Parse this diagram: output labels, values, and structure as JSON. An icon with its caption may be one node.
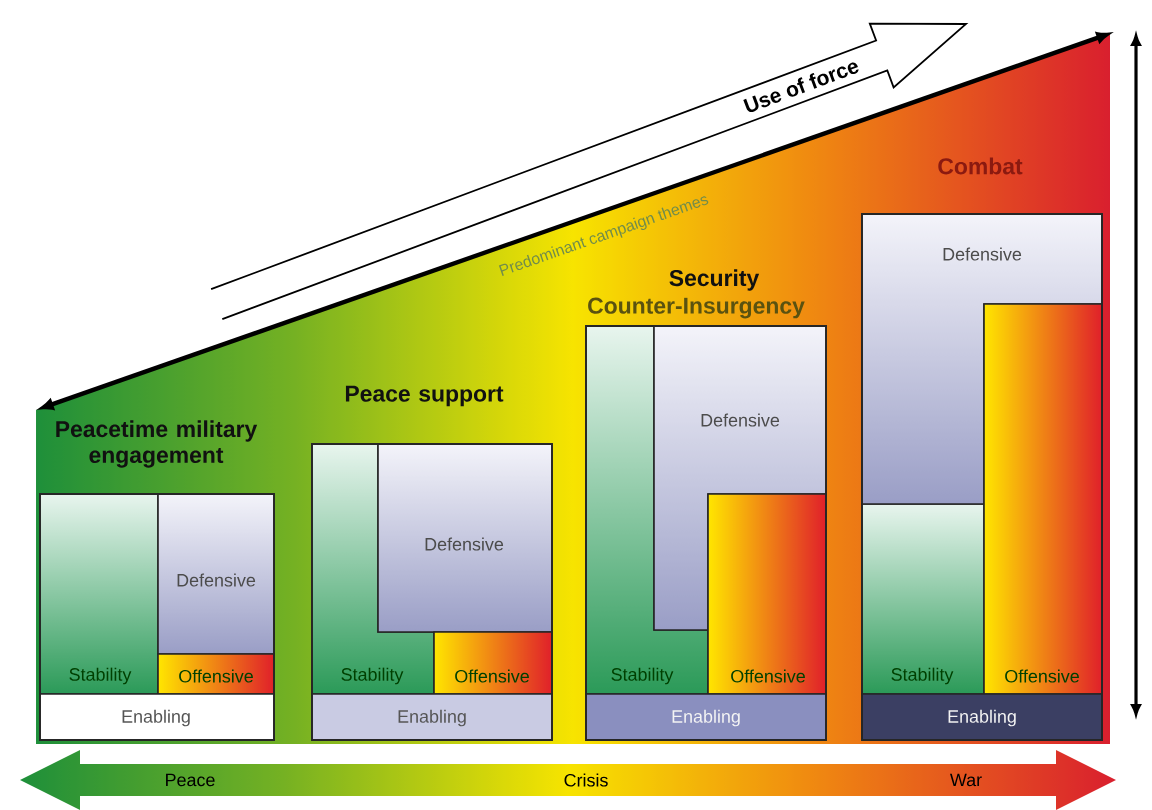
{
  "diagram": {
    "nodes": [
      {
        "text": [
          "Peacetime military engagement"
        ]
      },
      {
        "text": [
          "Stability"
        ],
        "in": 0
      },
      {
        "text": [
          "Defensive"
        ],
        "in": 0
      },
      {
        "text": [
          "Offensive"
        ],
        "in": 0
      },
      {
        "text": [
          "Enabling"
        ],
        "in": 0
      },
      {
        "text": [
          "Peace support"
        ]
      },
      {
        "text": [
          "Stability"
        ],
        "in": 5
      },
      {
        "text": [
          "Defensive"
        ],
        "in": 5
      },
      {
        "text": [
          "Offensive"
        ],
        "in": 5
      },
      {
        "text": [
          "Enabling"
        ],
        "in": 5
      },
      {
        "text": [
          "Security",
          "Counter-Insurgency"
        ]
      },
      {
        "text": [
          "Stability"
        ],
        "in": 10
      },
      {
        "text": [
          "Defensive"
        ],
        "in": 10
      },
      {
        "text": [
          "Offensive"
        ],
        "in": 10
      },
      {
        "text": [
          "Enabling"
        ],
        "in": 10
      },
      {
        "text": [
          "Combat"
        ]
      },
      {
        "text": [
          "Stability"
        ],
        "in": 15
      },
      {
        "text": [
          "Defensive"
        ],
        "in": 15
      },
      {
        "text": [
          "Offensive"
        ],
        "in": 15
      },
      {
        "text": [
          "Enabling"
        ],
        "in": 15
      }
    ],
    "labels": [
      "Use of force",
      "Predominant campaign themes",
      "Peace",
      "Crisis",
      "War"
    ]
  }
}
